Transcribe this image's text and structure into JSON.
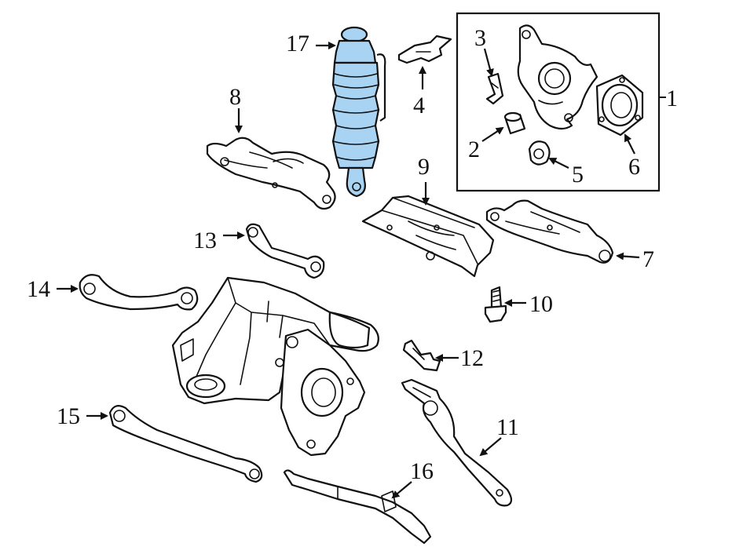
{
  "colors": {
    "highlight": "#a9d3f2",
    "line": "#111111",
    "background": "#ffffff"
  },
  "callouts": {
    "c1": "1",
    "c2": "2",
    "c3": "3",
    "c4": "4",
    "c5": "5",
    "c6": "6",
    "c7": "7",
    "c8": "8",
    "c9": "9",
    "c10": "10",
    "c11": "11",
    "c12": "12",
    "c13": "13",
    "c14": "14",
    "c15": "15",
    "c16": "16",
    "c17": "17"
  }
}
